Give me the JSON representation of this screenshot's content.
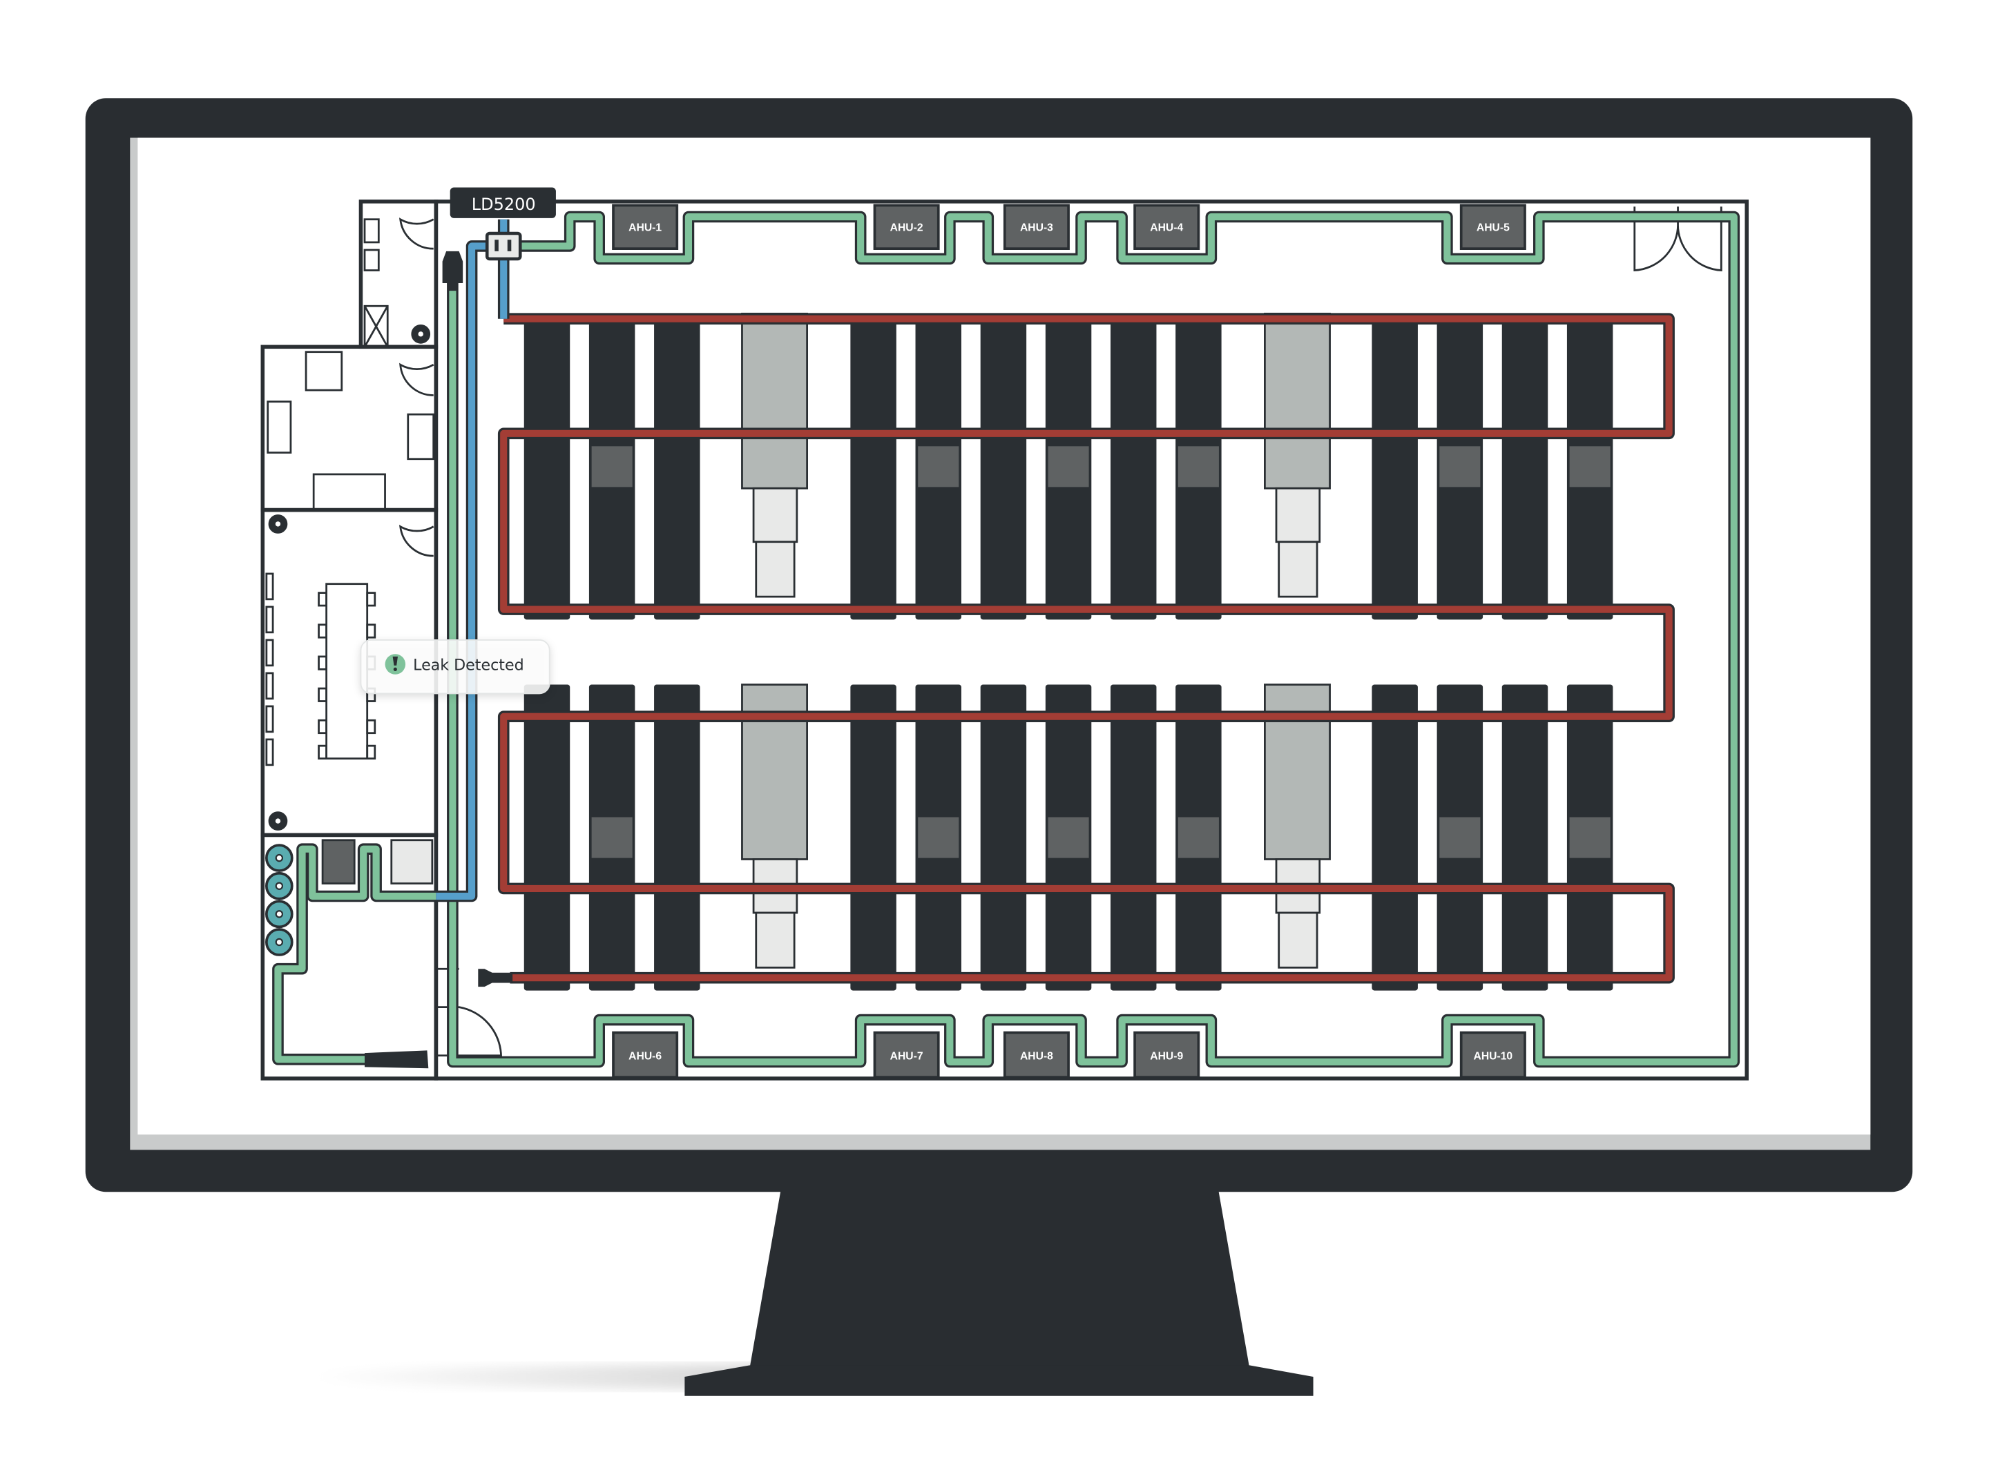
{
  "device_label": "LD5200",
  "alert": {
    "text": "Leak Detected",
    "icon": "exclamation-icon",
    "color": "#7fc29b"
  },
  "ahu_top": [
    "AHU-1",
    "AHU-2",
    "AHU-3",
    "AHU-4",
    "AHU-5"
  ],
  "ahu_bottom": [
    "AHU-6",
    "AHU-7",
    "AHU-8",
    "AHU-9",
    "AHU-10"
  ],
  "colors": {
    "bezel": "#292d31",
    "wall": "#2a2f33",
    "sense_cable": "#7fc29b",
    "leak_cable": "#a33d35",
    "supply_cable": "#569fcb",
    "ahu": "#5f6263",
    "rack": "#2a2f33",
    "rack_gray": "#b3b8b6"
  }
}
